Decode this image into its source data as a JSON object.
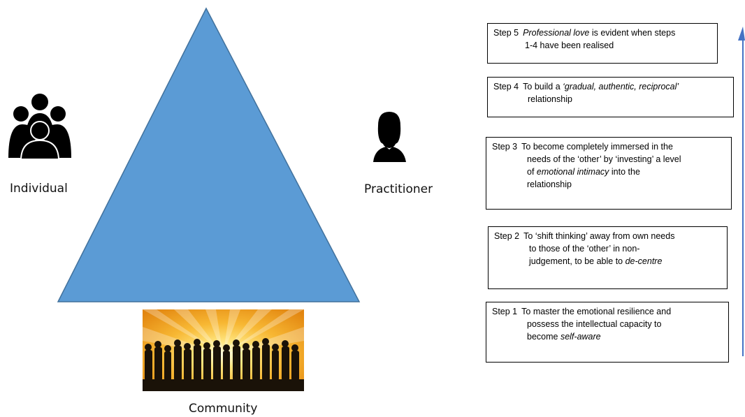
{
  "labels": {
    "individual": "Individual",
    "practitioner": "Practitioner",
    "community": "Community"
  },
  "colors": {
    "triangle_fill": "#5b9bd5",
    "triangle_stroke": "#41719c",
    "arrow": "#4472c4",
    "icon": "#000000"
  },
  "icons": {
    "individual": "group-of-people-icon",
    "practitioner": "woman-silhouette-icon",
    "community": "crowd-sunburst-image"
  },
  "steps": [
    {
      "id": "step5",
      "label": "Step 5",
      "line1_italic": "Professional love",
      "line1_rest": " is evident when steps",
      "line2": "1-4 have been realised"
    },
    {
      "id": "step4",
      "label": "Step 4",
      "line1_pre": "To build a ",
      "line1_italic": "‘gradual, authentic, reciprocal’",
      "line2": "relationship"
    },
    {
      "id": "step3",
      "label": "Step 3",
      "line1": "To become completely immersed in the",
      "line2": "needs of the ‘other’ by ‘investing’ a level",
      "line3_pre": "of ",
      "line3_italic": "emotional intimacy",
      "line3_rest": " into the",
      "line4": "relationship"
    },
    {
      "id": "step2",
      "label": "Step 2",
      "line1": "To ‘shift thinking’ away from own needs",
      "line2": "to those of the ‘other’ in non-",
      "line3_pre": "judgement, to be able to ",
      "line3_italic": "de-centre"
    },
    {
      "id": "step1",
      "label": "Step 1",
      "line1": "To master the emotional resilience and",
      "line2": "possess the intellectual capacity to",
      "line3_pre": "become ",
      "line3_italic": "self-aware"
    }
  ]
}
